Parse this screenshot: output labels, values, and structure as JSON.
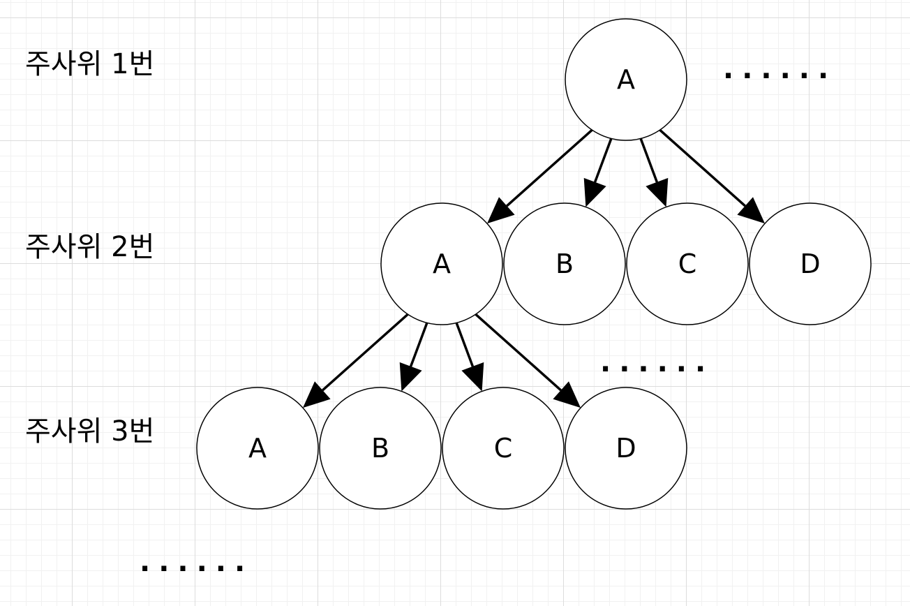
{
  "row_labels": {
    "row1": "주사위 1번",
    "row2": "주사위 2번",
    "row3": "주사위 3번"
  },
  "tree": {
    "level1": [
      "A"
    ],
    "level2": [
      "A",
      "B",
      "C",
      "D"
    ],
    "level3": [
      "A",
      "B",
      "C",
      "D"
    ],
    "edges": [
      {
        "from": "level1.A",
        "to": "level2.A"
      },
      {
        "from": "level1.A",
        "to": "level2.B"
      },
      {
        "from": "level1.A",
        "to": "level2.C"
      },
      {
        "from": "level1.A",
        "to": "level2.D"
      },
      {
        "from": "level2.A",
        "to": "level3.A"
      },
      {
        "from": "level2.A",
        "to": "level3.B"
      },
      {
        "from": "level2.A",
        "to": "level3.C"
      },
      {
        "from": "level2.A",
        "to": "level3.D"
      }
    ]
  },
  "ellipsis": {
    "after_row1": "......",
    "after_row2": "......",
    "after_row3": "......"
  }
}
